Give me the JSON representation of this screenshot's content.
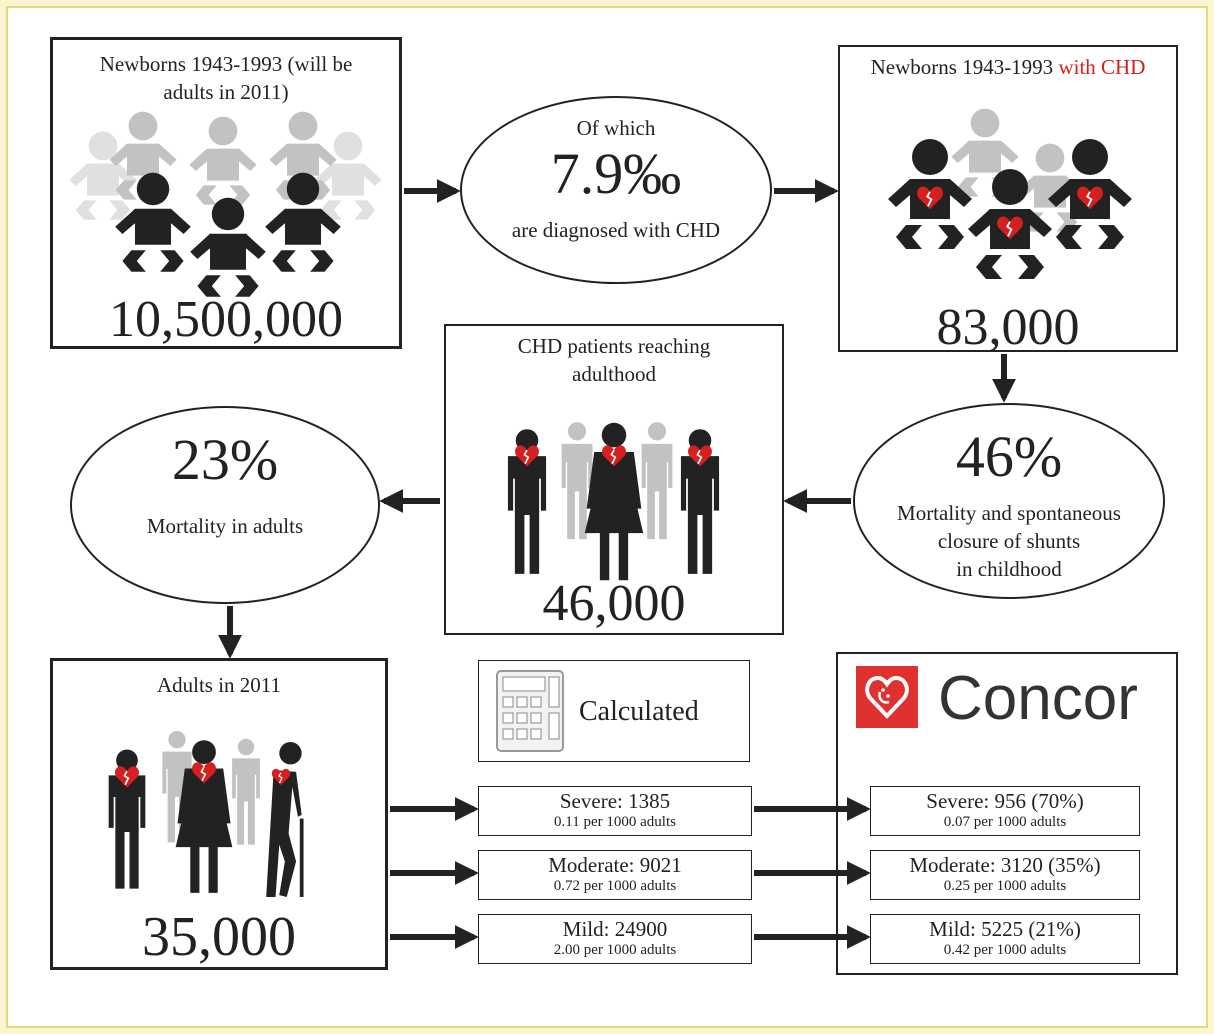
{
  "newborns": {
    "title_line1": "Newborns 1943-1993 (will be",
    "title_line2": "adults in 2011)",
    "count": "10,500,000"
  },
  "rate_ellipse": {
    "top": "Of which",
    "value": "7.9‰",
    "bottom": "are diagnosed with CHD"
  },
  "newborns_chd": {
    "title_prefix": "Newborns 1943-1993",
    "title_highlight": "with CHD",
    "count": "83,000"
  },
  "childhood_ellipse": {
    "value": "46%",
    "line1": "Mortality and spontaneous",
    "line2": "closure of shunts",
    "line3": "in childhood"
  },
  "adulthood": {
    "title_line1": "CHD patients reaching",
    "title_line2": "adulthood",
    "count": "46,000"
  },
  "adult_mortality_ellipse": {
    "value": "23%",
    "label": "Mortality in adults"
  },
  "adults_2011": {
    "title": "Adults in 2011",
    "count": "35,000"
  },
  "legend": {
    "label": "Calculated",
    "icon": "calculator-icon"
  },
  "concor": {
    "brand": "Concor",
    "logo": "heart-logo",
    "brand_color": "#e03131"
  },
  "calculated_rows": [
    {
      "label": "Severe: 1385",
      "rate": "0.11 per 1000 adults"
    },
    {
      "label": "Moderate: 9021",
      "rate": "0.72 per 1000 adults"
    },
    {
      "label": "Mild: 24900",
      "rate": "2.00 per 1000 adults"
    }
  ],
  "concor_rows": [
    {
      "label": "Severe: 956 (70%)",
      "rate": "0.07 per 1000 adults"
    },
    {
      "label": "Moderate: 3120 (35%)",
      "rate": "0.25 per 1000 adults"
    },
    {
      "label": "Mild: 5225 (21%)",
      "rate": "0.42 per 1000 adults"
    }
  ],
  "colors": {
    "figure_dark": "#222222",
    "figure_light": "#bbbbbb",
    "heart": "#d62020"
  }
}
